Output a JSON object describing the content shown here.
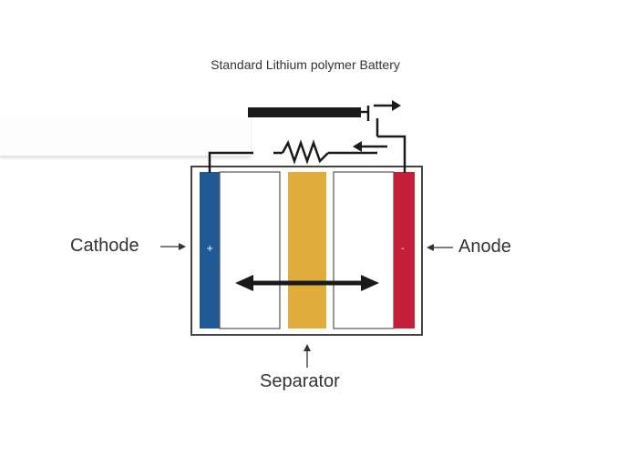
{
  "title": "Standard Lithium polymer Battery",
  "labels": {
    "cathode": "Cathode",
    "anode": "Anode",
    "separator": "Separator"
  },
  "electrodes": {
    "cathode_sign": "+",
    "anode_sign": "-"
  },
  "colors": {
    "cathode": "#1f5a95",
    "anode": "#c41e3a",
    "separator": "#e0ac3c",
    "wire": "#1a1a1a",
    "casing": "#444444"
  }
}
